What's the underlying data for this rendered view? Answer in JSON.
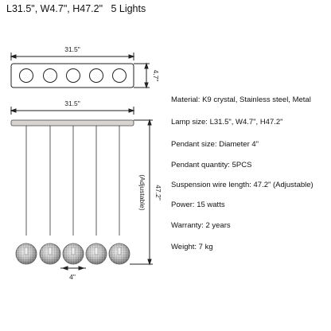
{
  "header": {
    "dimensions": "L31.5\", W4.7\", H47.2\"",
    "lights": "5 Lights"
  },
  "diagram": {
    "top_length": "31.5\"",
    "top_width": "4.7\"",
    "front_length": "31.5\"",
    "height": "47.2\"",
    "height_note": "(Adjustable)",
    "pendant_diameter": "4\""
  },
  "specs": [
    "Material: K9 crystal, Stainless steel, Metal",
    "Lamp size: L31.5\", W4.7\", H47.2\"",
    "Pendant size: Diameter 4\"",
    "Pendant quantity: 5PCS",
    "Suspension wire length:  47.2\"  (Adjustable)",
    "Power: 15 watts",
    "Warranty: 2 years",
    "Weight: 7 kg"
  ]
}
